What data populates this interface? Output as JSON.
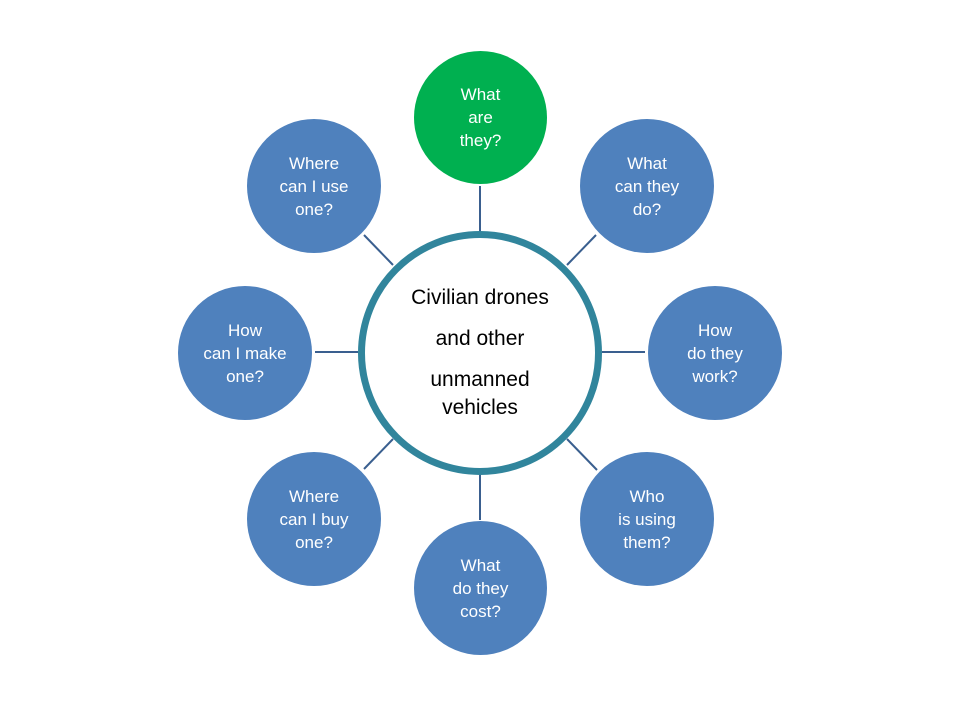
{
  "center": {
    "lines": [
      "Civilian drones",
      "and other",
      "unmanned",
      "vehicles"
    ]
  },
  "nodes": [
    {
      "id": "top",
      "lines": [
        "What",
        "are",
        "they?"
      ],
      "color": "#00b050"
    },
    {
      "id": "top-right",
      "lines": [
        "What",
        "can they",
        "do?"
      ],
      "color": "#4f81bd"
    },
    {
      "id": "right",
      "lines": [
        "How",
        "do they",
        "work?"
      ],
      "color": "#4f81bd"
    },
    {
      "id": "bottom-right",
      "lines": [
        "Who",
        "is using",
        "them?"
      ],
      "color": "#4f81bd"
    },
    {
      "id": "bottom",
      "lines": [
        "What",
        "do they",
        "cost?"
      ],
      "color": "#4f81bd"
    },
    {
      "id": "bottom-left",
      "lines": [
        "Where",
        "can I buy",
        "one?"
      ],
      "color": "#4f81bd"
    },
    {
      "id": "left",
      "lines": [
        "How",
        "can I make",
        "one?"
      ],
      "color": "#4f81bd"
    },
    {
      "id": "top-left",
      "lines": [
        "Where",
        "can I use",
        "one?"
      ],
      "color": "#4f81bd"
    }
  ],
  "colors": {
    "ring": "#31859c",
    "connector": "#3a5f8f",
    "node_blue": "#4f81bd",
    "node_green": "#00b050"
  }
}
